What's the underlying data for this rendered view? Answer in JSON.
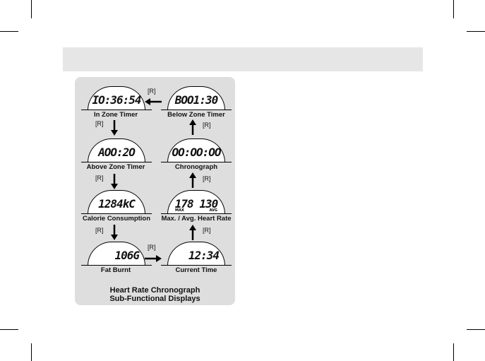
{
  "displays": {
    "in_zone_timer": {
      "lcd": "IO:36:54",
      "label": "In Zone Timer"
    },
    "below_zone_timer": {
      "lcd": "BOO1:30",
      "label": "Below Zone Timer"
    },
    "above_zone_timer": {
      "lcd": "AOO:2O",
      "label": "Above Zone Timer"
    },
    "chronograph": {
      "lcd": "OO:OO:OO",
      "label": "Chronograph"
    },
    "calorie_consumption": {
      "lcd": "1284kC",
      "label": "Calorie Consumption"
    },
    "max_avg_heart_rate": {
      "lcd": "178 130",
      "max_tag": "MAX",
      "avg_tag": "AVG",
      "label": "Max. / Avg. Heart Rate"
    },
    "fat_burnt": {
      "lcd": "106G",
      "label": "Fat Burnt"
    },
    "current_time": {
      "lcd": "12:34",
      "label": "Current Time"
    }
  },
  "button_tag": "[R]",
  "caption": {
    "line1": "Heart Rate Chronograph",
    "line2": "Sub-Functional Displays"
  }
}
